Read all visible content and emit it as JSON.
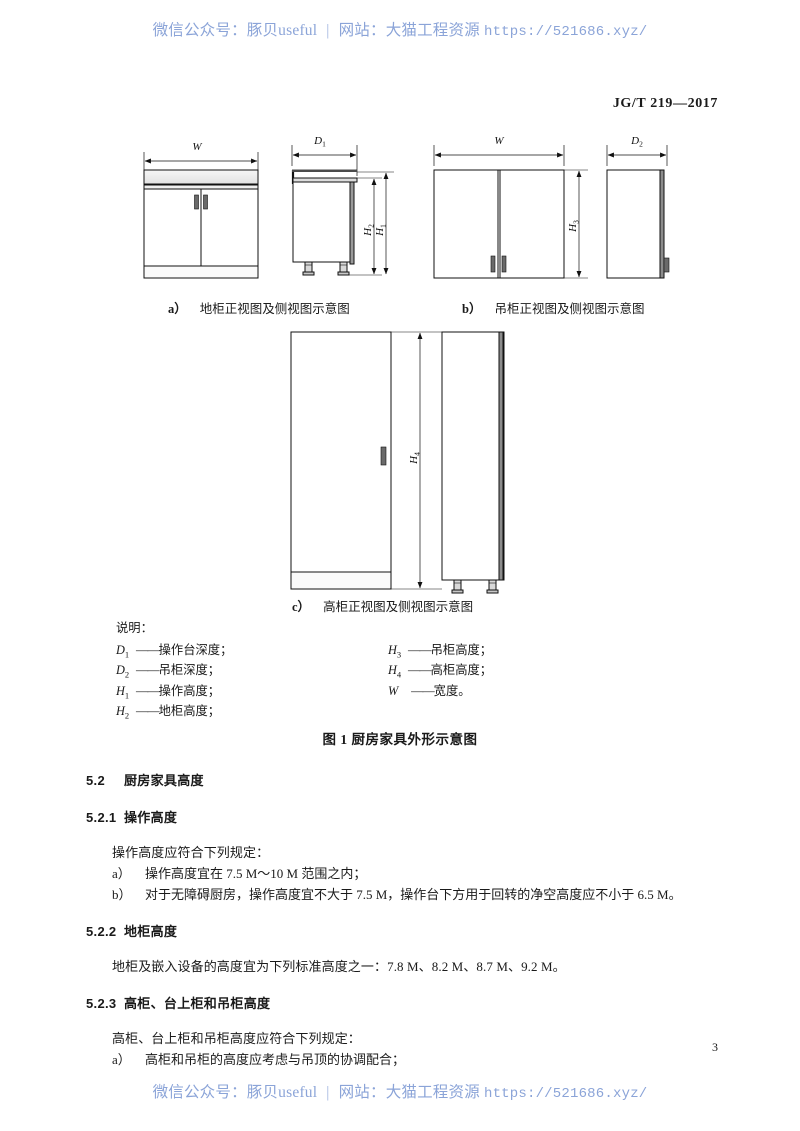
{
  "watermark": {
    "wechat_label": "微信公众号：",
    "wechat_value": "豚贝useful",
    "separator": "|",
    "site_label": "网站：",
    "site_value": "大猫工程资源",
    "url": "https://521686.xyz/",
    "color": "#8ba4d8"
  },
  "header": {
    "standard_no": "JG/T 219—2017"
  },
  "figure": {
    "captions": [
      {
        "letter": "a）",
        "text": "地柜正视图及侧视图示意图"
      },
      {
        "letter": "b）",
        "text": "吊柜正视图及侧视图示意图"
      },
      {
        "letter": "c）",
        "text": "高柜正视图及侧视图示意图"
      }
    ],
    "dimension_labels": {
      "a_front_width": "W",
      "a_side_depth": "D₁",
      "a_side_h2": "H₂",
      "a_side_h1": "H₁",
      "b_front_width": "W",
      "b_front_h3": "H₃",
      "b_side_depth": "D₂",
      "c_h4": "H₄"
    },
    "legend_title": "说明：",
    "legend_left": [
      {
        "symbol": "D",
        "sub": "1",
        "desc": "操作台深度；"
      },
      {
        "symbol": "D",
        "sub": "2",
        "desc": "吊柜深度；"
      },
      {
        "symbol": "H",
        "sub": "1",
        "desc": "操作高度；"
      },
      {
        "symbol": "H",
        "sub": "2",
        "desc": "地柜高度；"
      }
    ],
    "legend_right": [
      {
        "symbol": "H",
        "sub": "3",
        "desc": "吊柜高度；"
      },
      {
        "symbol": "H",
        "sub": "4",
        "desc": "高柜高度；"
      },
      {
        "symbol": "W",
        "sub": "",
        "desc": "宽度。"
      }
    ],
    "legend_dash": "——",
    "caption": "图 1   厨房家具外形示意图"
  },
  "sections": [
    {
      "num": "5.2",
      "title": "厨房家具高度"
    },
    {
      "num": "5.2.1",
      "title": "操作高度",
      "intro": "操作高度应符合下列规定：",
      "items": [
        {
          "label": "a）",
          "text": "操作高度宜在 7.5 M～10 M 范围之内；"
        },
        {
          "label": "b）",
          "text": "对于无障碍厨房，操作高度宜不大于 7.5 M，操作台下方用于回转的净空高度应不小于 6.5 M。"
        }
      ]
    },
    {
      "num": "5.2.2",
      "title": "地柜高度",
      "intro": "地柜及嵌入设备的高度宜为下列标准高度之一：7.8 M、8.2 M、8.7 M、9.2 M。"
    },
    {
      "num": "5.2.3",
      "title": "高柜、台上柜和吊柜高度",
      "intro": "高柜、台上柜和吊柜高度应符合下列规定：",
      "items": [
        {
          "label": "a）",
          "text": "高柜和吊柜的高度应考虑与吊顶的协调配合；"
        }
      ]
    }
  ],
  "footer": {
    "page_number": "3"
  }
}
